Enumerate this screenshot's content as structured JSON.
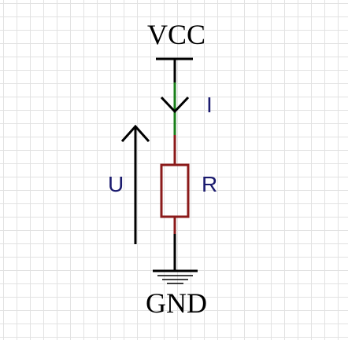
{
  "labels": {
    "vcc": "VCC",
    "gnd": "GND",
    "current": "I",
    "voltage": "U",
    "resistor": "R"
  },
  "colors": {
    "wire": "#000000",
    "current_wire": "#1a7f1a",
    "resistor": "#8b1a1a",
    "label_text": "#1a1a6e",
    "grid": "#e2e2e2"
  },
  "icons": {
    "supply": "vcc-bar-icon",
    "ground": "ground-symbol-icon",
    "current_arrow": "current-arrow-icon",
    "voltage_arrow": "voltage-arrow-icon",
    "resistor": "resistor-icon"
  }
}
